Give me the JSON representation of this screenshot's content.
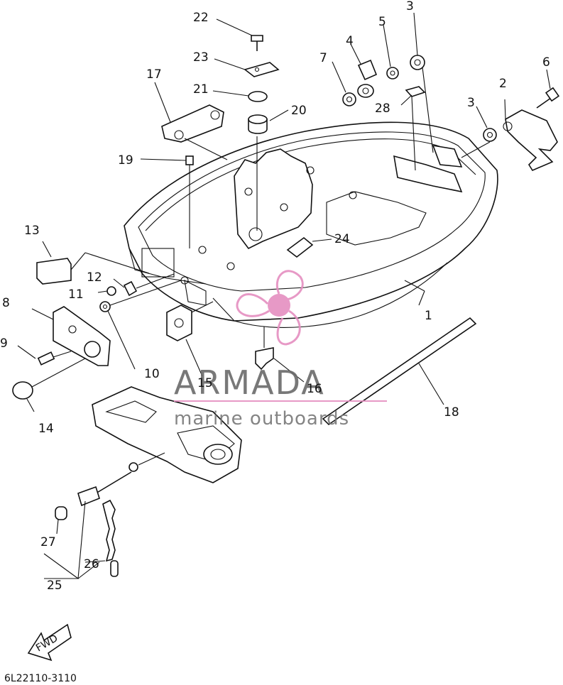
{
  "diagram": {
    "callouts": [
      "1",
      "2",
      "3",
      "3",
      "4",
      "5",
      "6",
      "7",
      "8",
      "9",
      "10",
      "11",
      "12",
      "13",
      "14",
      "15",
      "16",
      "17",
      "18",
      "19",
      "20",
      "21",
      "22",
      "23",
      "24",
      "25",
      "26",
      "27",
      "28"
    ],
    "part_code": "6L22110-3110",
    "fwd_label": "FWD"
  },
  "watermark": {
    "brand": "ARMADA",
    "tagline": "marine outboards",
    "accent_color": "#e58fc0"
  }
}
